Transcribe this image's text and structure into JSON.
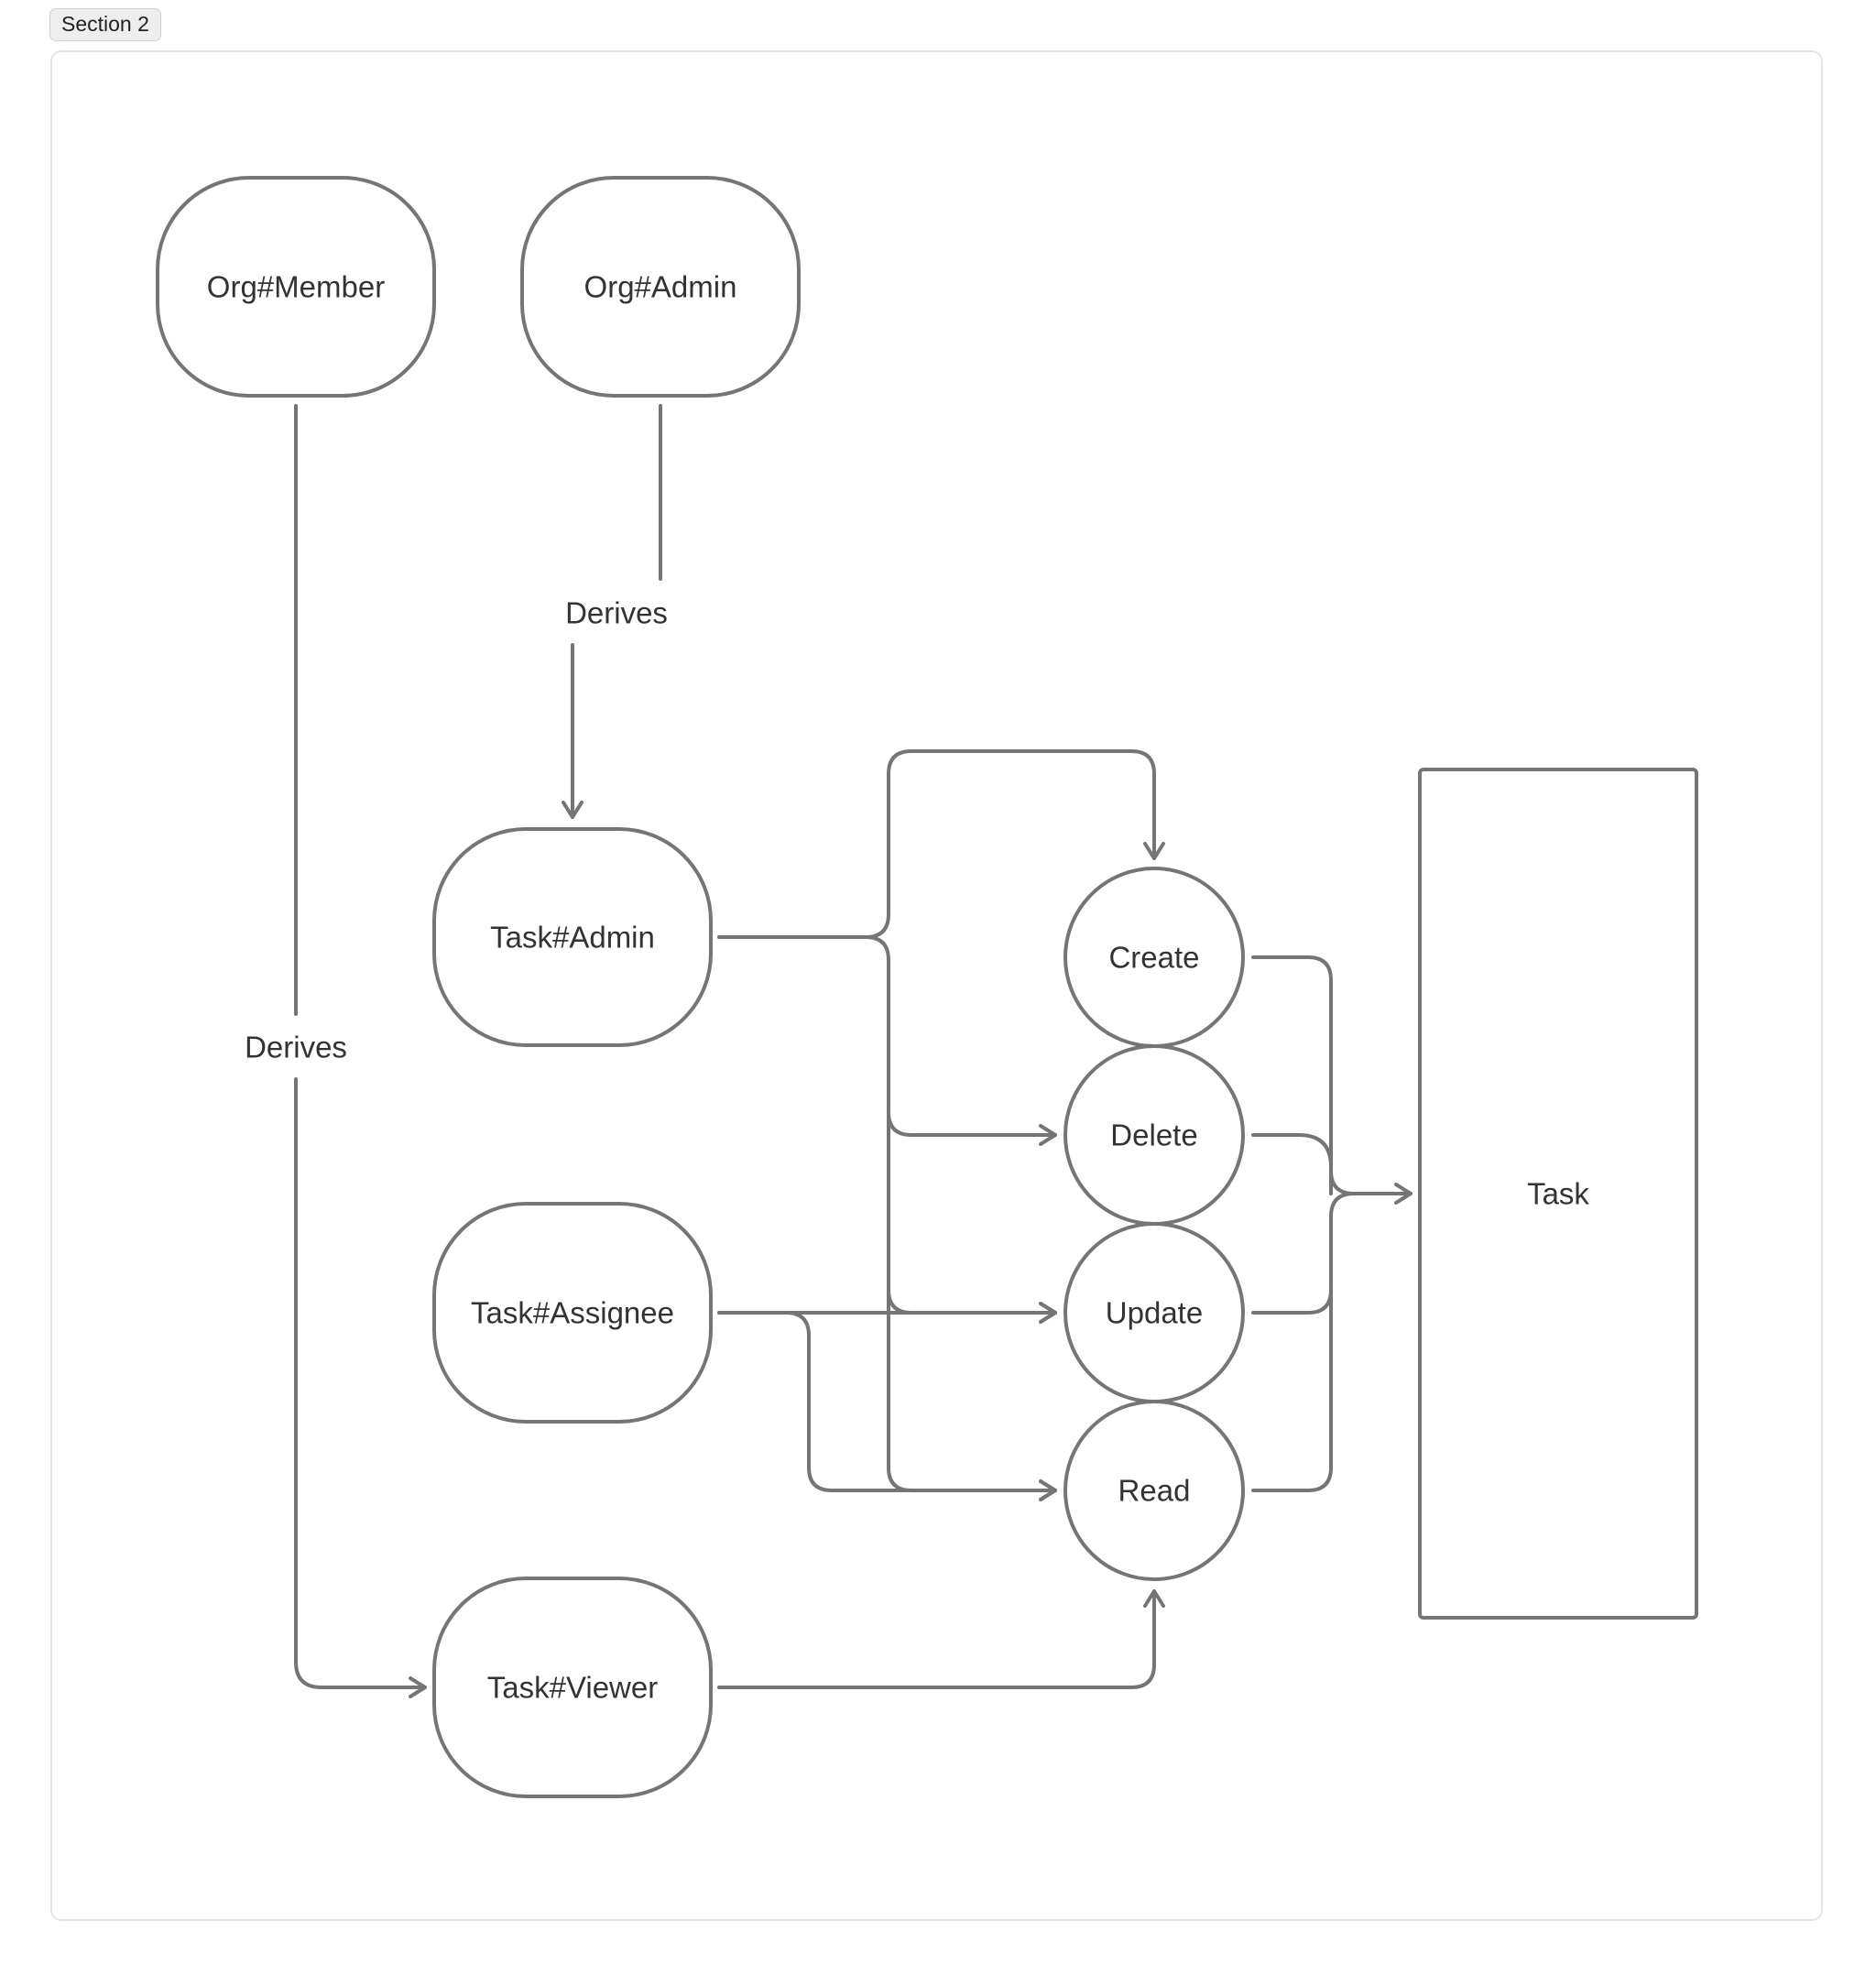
{
  "section": {
    "label": "Section 2"
  },
  "colors": {
    "stroke": "#757575",
    "text": "#333333",
    "frame_border": "#e4e4e4",
    "tab_background": "#eeeeee"
  },
  "nodes": {
    "org_member": "Org#Member",
    "org_admin": "Org#Admin",
    "task_admin": "Task#Admin",
    "task_assignee": "Task#Assignee",
    "task_viewer": "Task#Viewer",
    "create": "Create",
    "delete": "Delete",
    "update": "Update",
    "read": "Read",
    "task": "Task"
  },
  "edges": {
    "derives_admin": "Derives",
    "derives_member": "Derives"
  }
}
